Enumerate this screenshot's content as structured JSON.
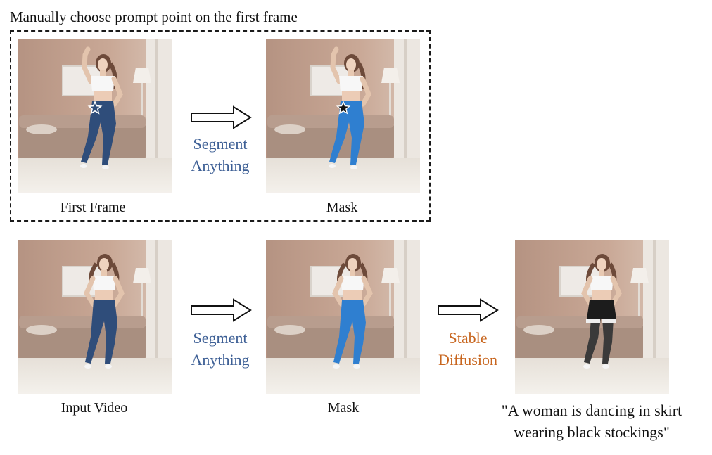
{
  "header": "Manually choose prompt point on the first frame",
  "row1": {
    "left_caption": "First Frame",
    "step_label_line1": "Segment",
    "step_label_line2": "Anything",
    "right_caption": "Mask"
  },
  "row2": {
    "left_caption": "Input Video",
    "seg_label_line1": "Segment",
    "seg_label_line2": "Anything",
    "mid_caption": "Mask",
    "sd_label_line1": "Stable",
    "sd_label_line2": "Diffusion",
    "prompt_line1": "\"A woman is dancing in skirt",
    "prompt_line2": "wearing black stockings\""
  },
  "colors": {
    "segment_anything": "#3d5f95",
    "stable_diffusion": "#c8661f",
    "mask": "#2f7fd0",
    "jeans": "#2f4d7a"
  }
}
